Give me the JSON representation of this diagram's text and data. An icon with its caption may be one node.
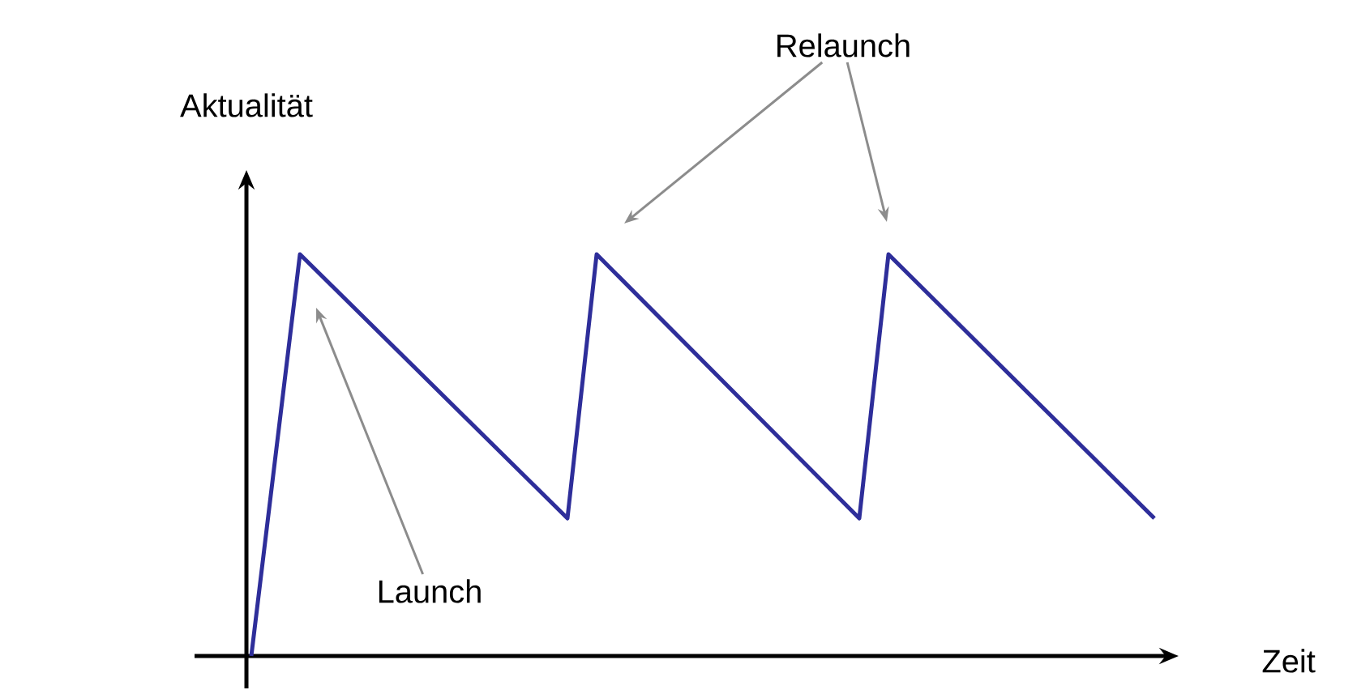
{
  "diagram": {
    "nodes": [
      {
        "text": [
          "Relaunch"
        ]
      },
      {
        "text": [
          "Launch"
        ]
      }
    ],
    "edges": [
      {
        "from": 0,
        "to": null,
        "arrow": "to"
      },
      {
        "from": 0,
        "to": null,
        "arrow": "to"
      },
      {
        "from": 1,
        "to": null,
        "arrow": "to"
      }
    ],
    "labels": [
      "Aktualität",
      "Zeit"
    ]
  }
}
